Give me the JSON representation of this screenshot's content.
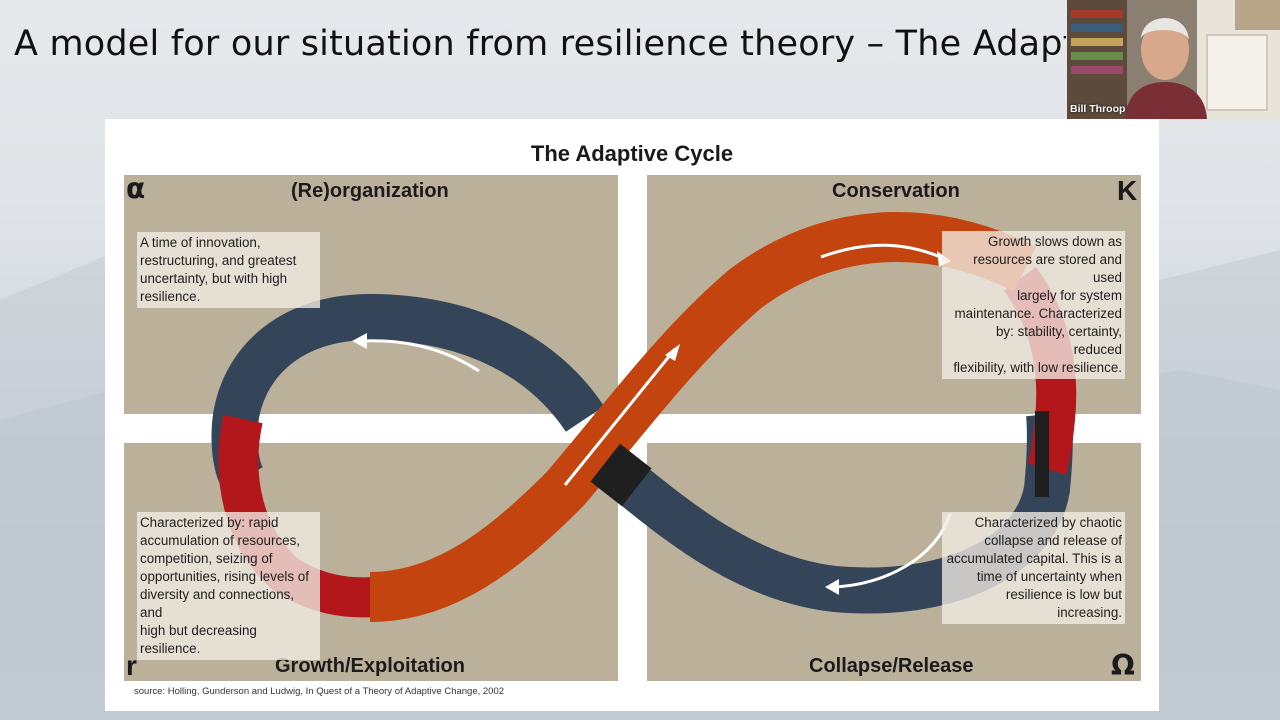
{
  "slide": {
    "title": "A model for our situation from resilience theory – The Adaptive Cycle"
  },
  "figure": {
    "title": "The Adaptive Cycle",
    "quadrants": {
      "top_left": {
        "label": "(Re)organization",
        "symbol": "α",
        "description_lines": [
          "A time of innovation,",
          "restructuring, and greatest",
          "uncertainty, but with high",
          "resilience."
        ]
      },
      "top_right": {
        "label": "Conservation",
        "symbol": "K",
        "description_lines": [
          "Growth slows down as",
          "resources are stored and used",
          "largely for system",
          "maintenance. Characterized",
          "by: stability, certainty, reduced",
          "flexibility, with low resilience."
        ]
      },
      "bottom_left": {
        "label": "Growth/Exploitation",
        "symbol": "r",
        "description_lines": [
          "Characterized by: rapid",
          "accumulation of resources,",
          "competition, seizing of",
          "opportunities, rising levels of",
          "diversity and connections, and",
          "high but decreasing resilience."
        ]
      },
      "bottom_right": {
        "label": "Collapse/Release",
        "symbol": "Ω",
        "description_lines": [
          "Characterized by chaotic",
          "collapse and release of",
          "accumulated capital. This is a",
          "time of uncertainty when",
          "resilience is low but",
          "increasing."
        ]
      }
    },
    "source": "source: Holling, Gunderson and Ludwig, In Quest of a Theory of Adaptive Change, 2002",
    "colors": {
      "quadrant": "#bbb19b",
      "orange": "#c4440f",
      "red": "#b3161b",
      "blue": "#34455a",
      "black": "#1f1f1f"
    }
  },
  "video_participant": {
    "name": "Bill Throop"
  }
}
